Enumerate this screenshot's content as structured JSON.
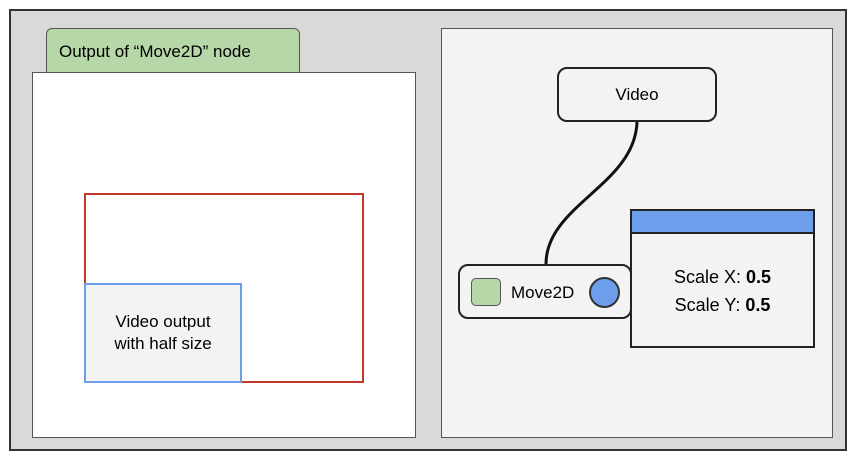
{
  "left_panel": {
    "tab_title": "Output of “Move2D” node",
    "video_label": "Video output\nwith half size"
  },
  "graph": {
    "video_node_label": "Video",
    "move_node_label": "Move2D"
  },
  "properties": {
    "scale_x_label": "Scale X: ",
    "scale_x_value": "0.5",
    "scale_y_label": "Scale Y: ",
    "scale_y_value": "0.5"
  },
  "colors": {
    "tab": "#b6d7a8",
    "bounds_border": "#c0392b",
    "half_video_border": "#6d9eeb",
    "props_header": "#6d9eeb",
    "output_port": "#6d9eeb",
    "input_port": "#b6d7a8"
  }
}
